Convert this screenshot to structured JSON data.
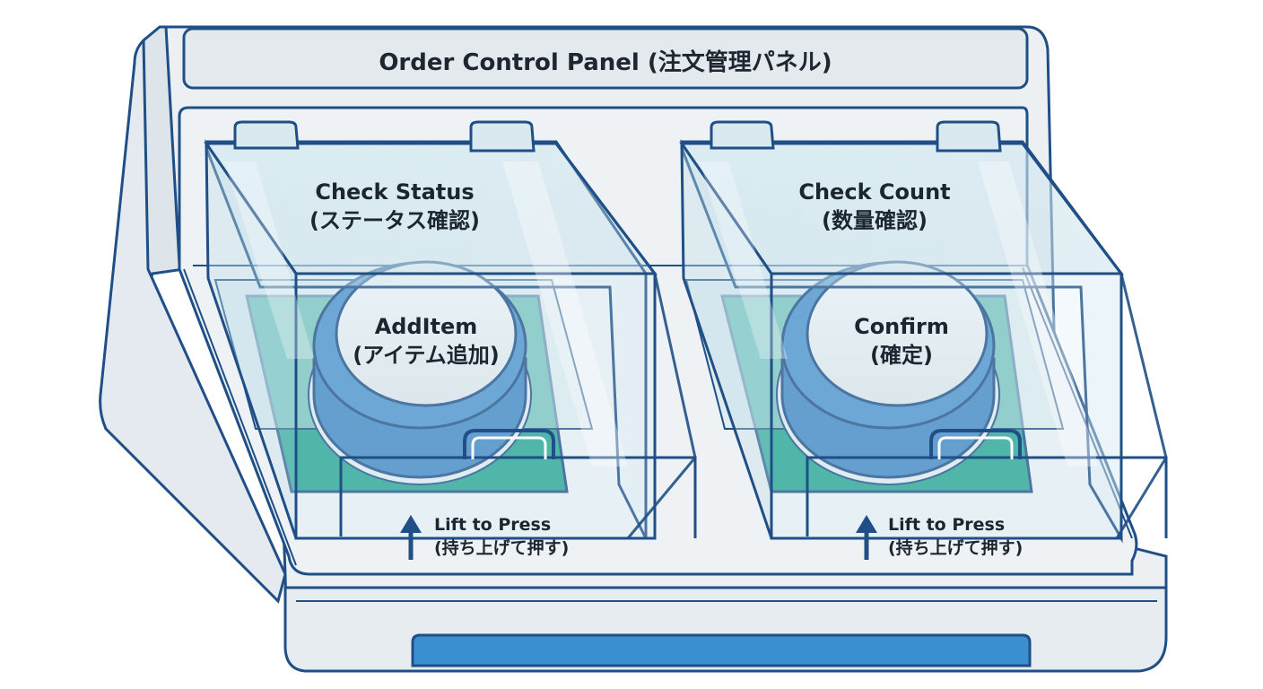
{
  "panel": {
    "title": "Order Control Panel (注文管理パネル)"
  },
  "switches": [
    {
      "cover_label": "Check Status",
      "cover_label_sub": "(ステータス確認)",
      "button_label": "AddItem",
      "button_label_sub": "(アイテム追加)",
      "hint": "Lift to Press",
      "hint_sub": "(持ち上げて押す)",
      "hint_icon": "arrow-up-icon"
    },
    {
      "cover_label": "Check Count",
      "cover_label_sub": "(数量確認)",
      "button_label": "Confirm",
      "button_label_sub": "(確定)",
      "hint": "Lift to Press",
      "hint_sub": "(持ち上げて押す)",
      "hint_icon": "arrow-up-icon"
    }
  ],
  "colors": {
    "outline": "#1f4f86",
    "panel_fill": "#e9eef3",
    "base_teal": "#26a592",
    "button_blue": "#3f86c4",
    "button_top": "#eef2f5",
    "cover_glass": "#cfe8f0",
    "indicator_blue": "#3a8fd0"
  }
}
